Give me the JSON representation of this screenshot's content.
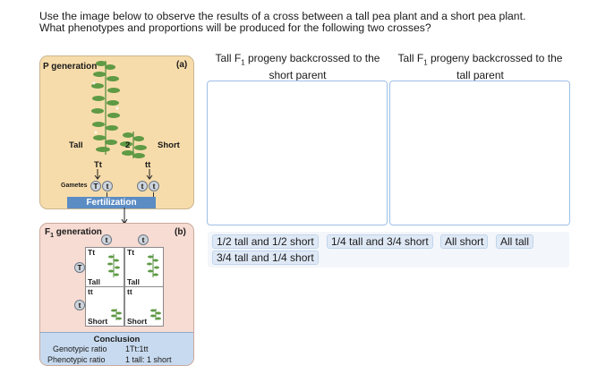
{
  "question": {
    "line1": "Use the image below to observe the results of a cross between a tall pea plant and a short pea plant.",
    "line2": "What phenotypes and proportions will be produced for the following two crosses?"
  },
  "figure": {
    "panel_a": {
      "title": "P generation",
      "tag": "(a)",
      "tall_label": "Tall",
      "short_label": "Short",
      "cross_symbol": "2",
      "tall_genotype": "Tt",
      "short_genotype": "tt",
      "gametes_label": "Gametes",
      "tall_gametes": [
        "T",
        "t"
      ],
      "short_gametes": [
        "t",
        "t"
      ],
      "fertilization": "Fertilization"
    },
    "panel_b": {
      "title_main": "F",
      "title_sub": "1",
      "title_rest": " generation",
      "tag": "(b)",
      "col_alleles": [
        "t",
        "t"
      ],
      "row_alleles": [
        "T",
        "t"
      ],
      "cells": [
        {
          "genotype": "Tt",
          "phenotype": "Tall"
        },
        {
          "genotype": "Tt",
          "phenotype": "Tall"
        },
        {
          "genotype": "tt",
          "phenotype": "Short"
        },
        {
          "genotype": "tt",
          "phenotype": "Short"
        }
      ],
      "conclusion": {
        "title": "Conclusion",
        "genotypic_label": "Genotypic ratio",
        "genotypic_value": "1Tt:1tt",
        "phenotypic_label": "Phenotypic ratio",
        "phenotypic_value": "1 tall: 1 short"
      }
    }
  },
  "targets": [
    {
      "line1_pre": "Tall F",
      "line1_sub": "1",
      "line1_post": " progeny backcrossed to the",
      "line2": "short parent"
    },
    {
      "line1_pre": "Tall F",
      "line1_sub": "1",
      "line1_post": " progeny backcrossed to the",
      "line2": "tall parent"
    }
  ],
  "answer_bank": [
    "1/2 tall and 1/2 short",
    "1/4 tall and 3/4 short",
    "All short",
    "All tall",
    "3/4 tall and 1/4 short"
  ],
  "colors": {
    "panel_a_bg": "#f7dcab",
    "panel_b_bg": "#f7dcd3",
    "fertilization_bg": "#5b8cc4",
    "conclusion_bg": "#c8daef",
    "chip_bg": "#dfe9f6",
    "drop_border": "#9ec0e6"
  }
}
